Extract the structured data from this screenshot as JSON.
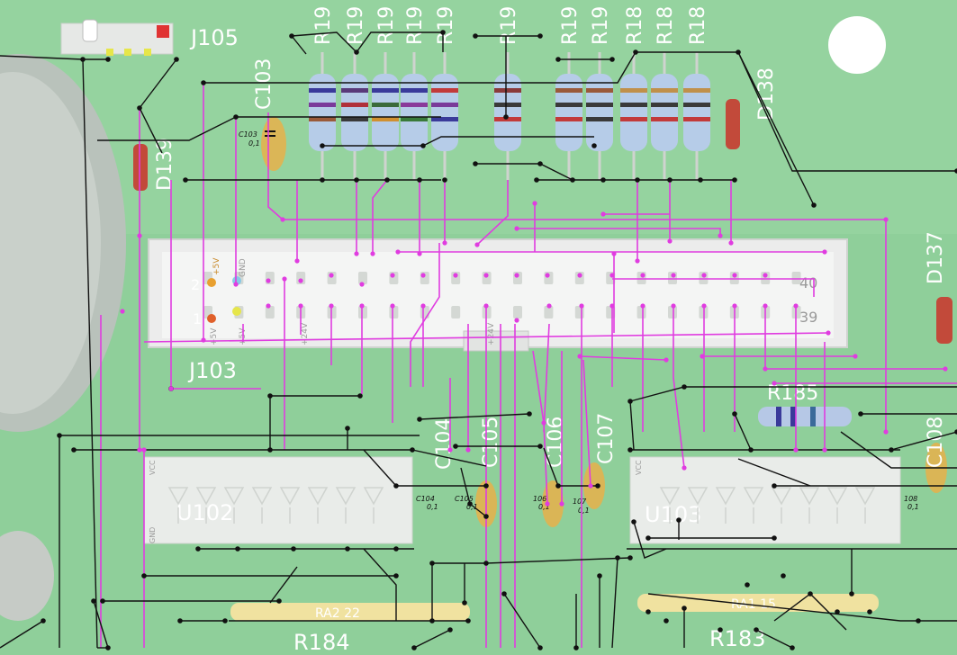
{
  "board": {
    "colors": {
      "pcb": "#8fcf9a",
      "pcb_light": "#a9dcb1",
      "wire_black": "#111111",
      "wire_magenta": "#e03ce0",
      "silk_white": "#ffffff",
      "connector_body": "#ececec",
      "ic_body": "#e9ece9",
      "capacitor": "#e8b04a"
    },
    "connector_J105": {
      "label": "J105"
    },
    "connector_J103": {
      "label": "J103",
      "pin_labels": {
        "pin2": "2",
        "pin1": "1",
        "pin40": "40",
        "pin39": "39"
      },
      "pin_names": {
        "plus5v_top": "+5V",
        "gnd_top": "GND",
        "plus5v_bottom_a": "+5V",
        "plus5v_bottom_b": "+5V",
        "plus24v_a": "+24V",
        "plus24v_b": "+24V"
      }
    },
    "resistors_top": [
      "R19",
      "R19",
      "R19",
      "R19",
      "R19",
      "R19",
      "R19",
      "R19",
      "R18",
      "R18",
      "R18"
    ],
    "diodes": {
      "d139": "D139",
      "d138": "D138",
      "d137": "D137"
    },
    "capacitors": {
      "c103": "C103",
      "c103_small": "C103",
      "c103_value": "0,1",
      "c104": "C104",
      "c104_small": "C104",
      "c104_value": "0,1",
      "c105": "C105",
      "c105_small": "C105",
      "c105_value": "0,1",
      "c106": "C106",
      "c106_small": "106",
      "c106_value": "0,1",
      "c107": "C107",
      "c107_small": "107",
      "c107_value": "0,1",
      "c108": "C108",
      "c108_small": "108",
      "c108_value": "0,1"
    },
    "ics": {
      "u102": "U102",
      "u103": "U103",
      "vcc": "VCC",
      "gnd": "GND"
    },
    "resistors_other": {
      "r185": "R185",
      "r184": "R184",
      "r183": "R183"
    },
    "resistor_arrays": {
      "left": "RA2 22",
      "right": "RA1 15"
    }
  }
}
